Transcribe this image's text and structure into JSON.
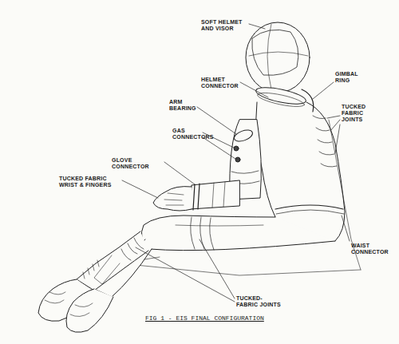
{
  "diagram": {
    "caption": "FIG 1 - EIS FINAL CONFIGURATION",
    "labels": [
      "SOFT HELMET AND VISOR",
      "HELMET CONNECTOR",
      "GIMBAL RING",
      "ARM BEARING",
      "TUCKED FABRIC JOINTS",
      "GAS CONNECTORS",
      "GLOVE CONNECTOR",
      "TUCKED FABRIC WRIST & FINGERS",
      "WAIST CONNECTOR",
      "TUCKED-FABRIC JOINTS"
    ]
  }
}
